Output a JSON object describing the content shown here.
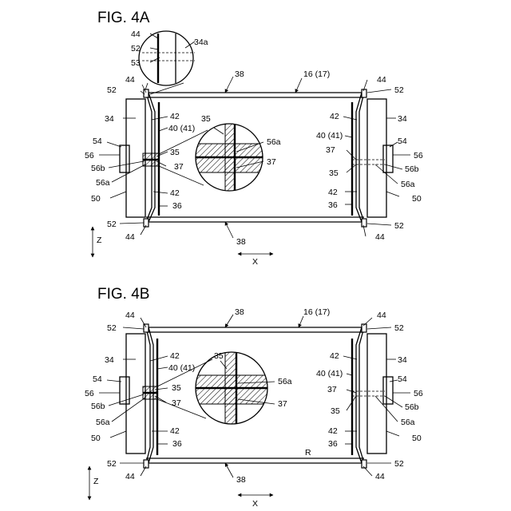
{
  "figures": [
    {
      "title": "FIG. 4A",
      "labels": {
        "l44_inset": "44",
        "l52_inset": "52",
        "l53": "53",
        "l34a": "34a",
        "l38_top": "38",
        "l16": "16 (17)",
        "l44_tl": "44",
        "l52_tl": "52",
        "l44_tr": "44",
        "l52_tr": "52",
        "l34_l": "34",
        "l42_lt": "42",
        "l40_l": "40 (41)",
        "l35_l": "35",
        "l54_l": "54",
        "l56_l": "56",
        "l56b_l": "56b",
        "l37_l": "37",
        "l56a_l": "56a",
        "l50_l": "50",
        "l42_lb": "42",
        "l36_l": "36",
        "l52_bl": "52",
        "l44_bl": "44",
        "l35_c": "35",
        "l56a_c": "56a",
        "l37_c": "37",
        "l42_rt": "42",
        "l34_r": "34",
        "l40_r": "40 (41)",
        "l54_r": "54",
        "l37_r": "37",
        "l56_r": "56",
        "l35_r": "35",
        "l56b_r": "56b",
        "l56a_r": "56a",
        "l42_rb": "42",
        "l50_r": "50",
        "l36_r": "36",
        "l52_br": "52",
        "l44_br": "44",
        "l38_bot": "38",
        "z": "Z",
        "x": "X"
      }
    },
    {
      "title": "FIG. 4B",
      "labels": {
        "l38_top": "38",
        "l16": "16 (17)",
        "l44_tl": "44",
        "l52_tl": "52",
        "l44_tr": "44",
        "l52_tr": "52",
        "l34_l": "34",
        "l42_lt": "42",
        "l40_l": "40 (41)",
        "l35_l": "35",
        "l54_l": "54",
        "l56_l": "56",
        "l56b_l": "56b",
        "l37_l": "37",
        "l56a_l": "56a",
        "l50_l": "50",
        "l42_lb": "42",
        "l36_l": "36",
        "l52_bl": "52",
        "l44_bl": "44",
        "l35_c": "35",
        "l56a_c": "56a",
        "l37_c": "37",
        "l42_rt": "42",
        "l34_r": "34",
        "l40_r": "40 (41)",
        "l54_r": "54",
        "l37_r": "37",
        "l56_r": "56",
        "l35_r": "35",
        "l56b_r": "56b",
        "l56a_r": "56a",
        "l42_rb": "42",
        "l50_r": "50",
        "l36_r": "36",
        "l52_br": "52",
        "l44_br": "44",
        "lR": "R",
        "l38_bot": "38",
        "z": "Z",
        "x": "X"
      }
    }
  ]
}
